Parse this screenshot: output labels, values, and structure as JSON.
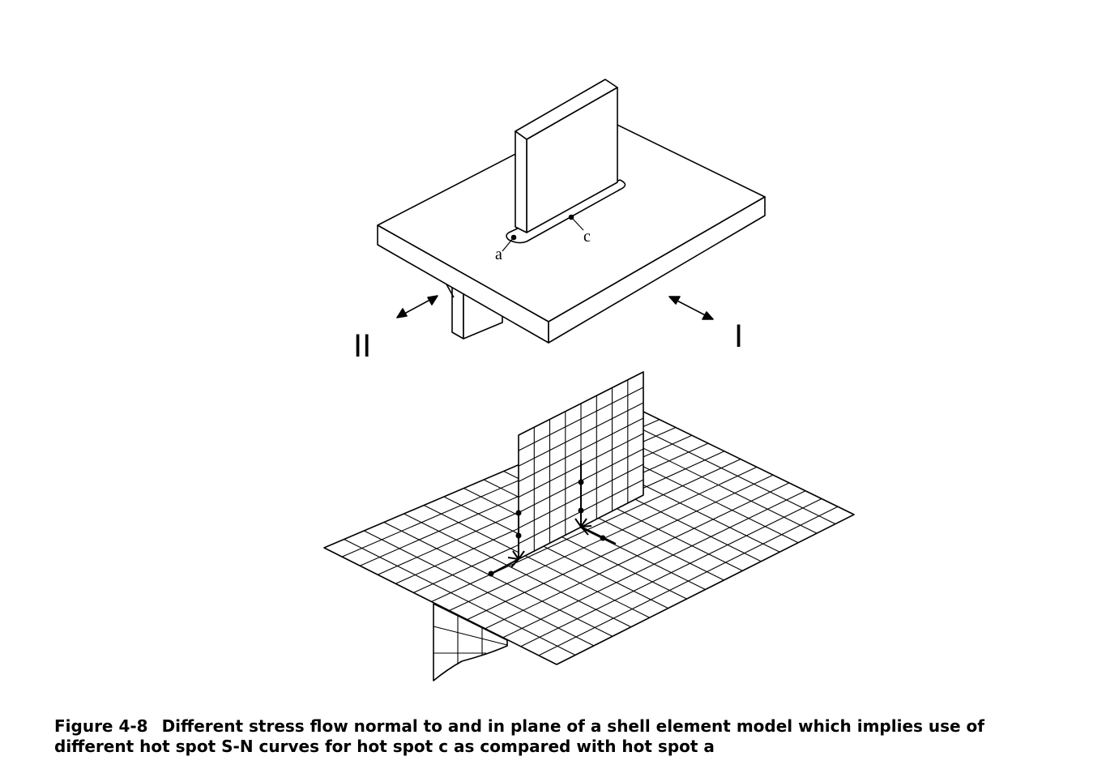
{
  "figure": {
    "top_view": {
      "hot_spot_a_label": "a",
      "hot_spot_c_label": "c",
      "direction_II_label": "II",
      "direction_I_label": "I"
    },
    "caption": {
      "label": "Figure 4-8",
      "line1": "Different stress flow normal to and in plane of a shell element model which implies use of",
      "line2": "different hot spot S-N curves for hot spot c as compared with hot spot a"
    }
  },
  "colors": {
    "line": "#000000",
    "background": "#ffffff"
  }
}
